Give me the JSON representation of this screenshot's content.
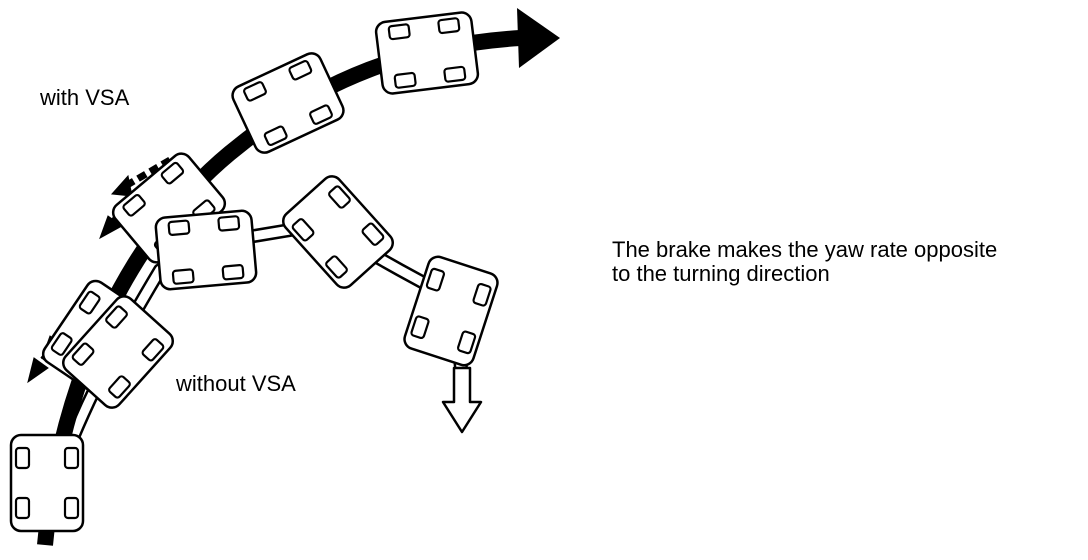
{
  "labels": {
    "with_vsa": "with VSA",
    "without_vsa": "without VSA",
    "description_line1": "The brake makes the yaw rate opposite",
    "description_line2": "to the turning direction"
  },
  "colors": {
    "ink": "#000000",
    "car_fill": "#ffffff"
  }
}
